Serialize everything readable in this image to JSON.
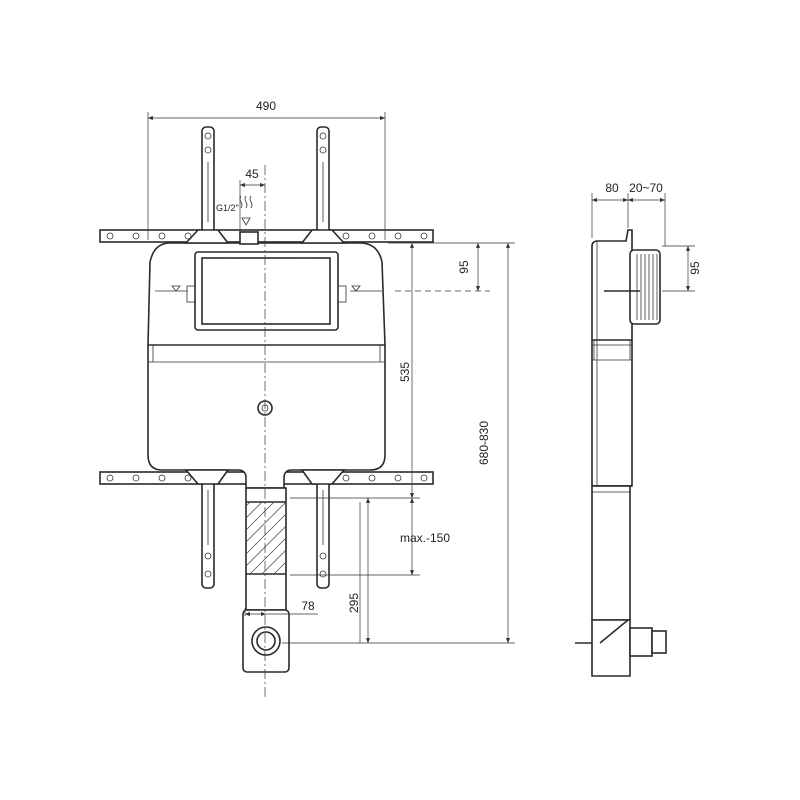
{
  "dimensions": {
    "width_total": "490",
    "inlet_offset": "45",
    "inlet_thread": "G1/2\"",
    "front_height": "535",
    "total_height": "680-830",
    "top_offset": "95",
    "max_extension": "max.-150",
    "outlet_height": "295",
    "outlet_width": "78",
    "depth": "80",
    "flush_range": "20~70",
    "side_offset": "95"
  },
  "icons": {
    "water_symbol": "water-heat-wave-icon",
    "level_marker": "triangle-level-icon"
  },
  "colors": {
    "line": "#2a2a2a",
    "background": "#ffffff"
  }
}
